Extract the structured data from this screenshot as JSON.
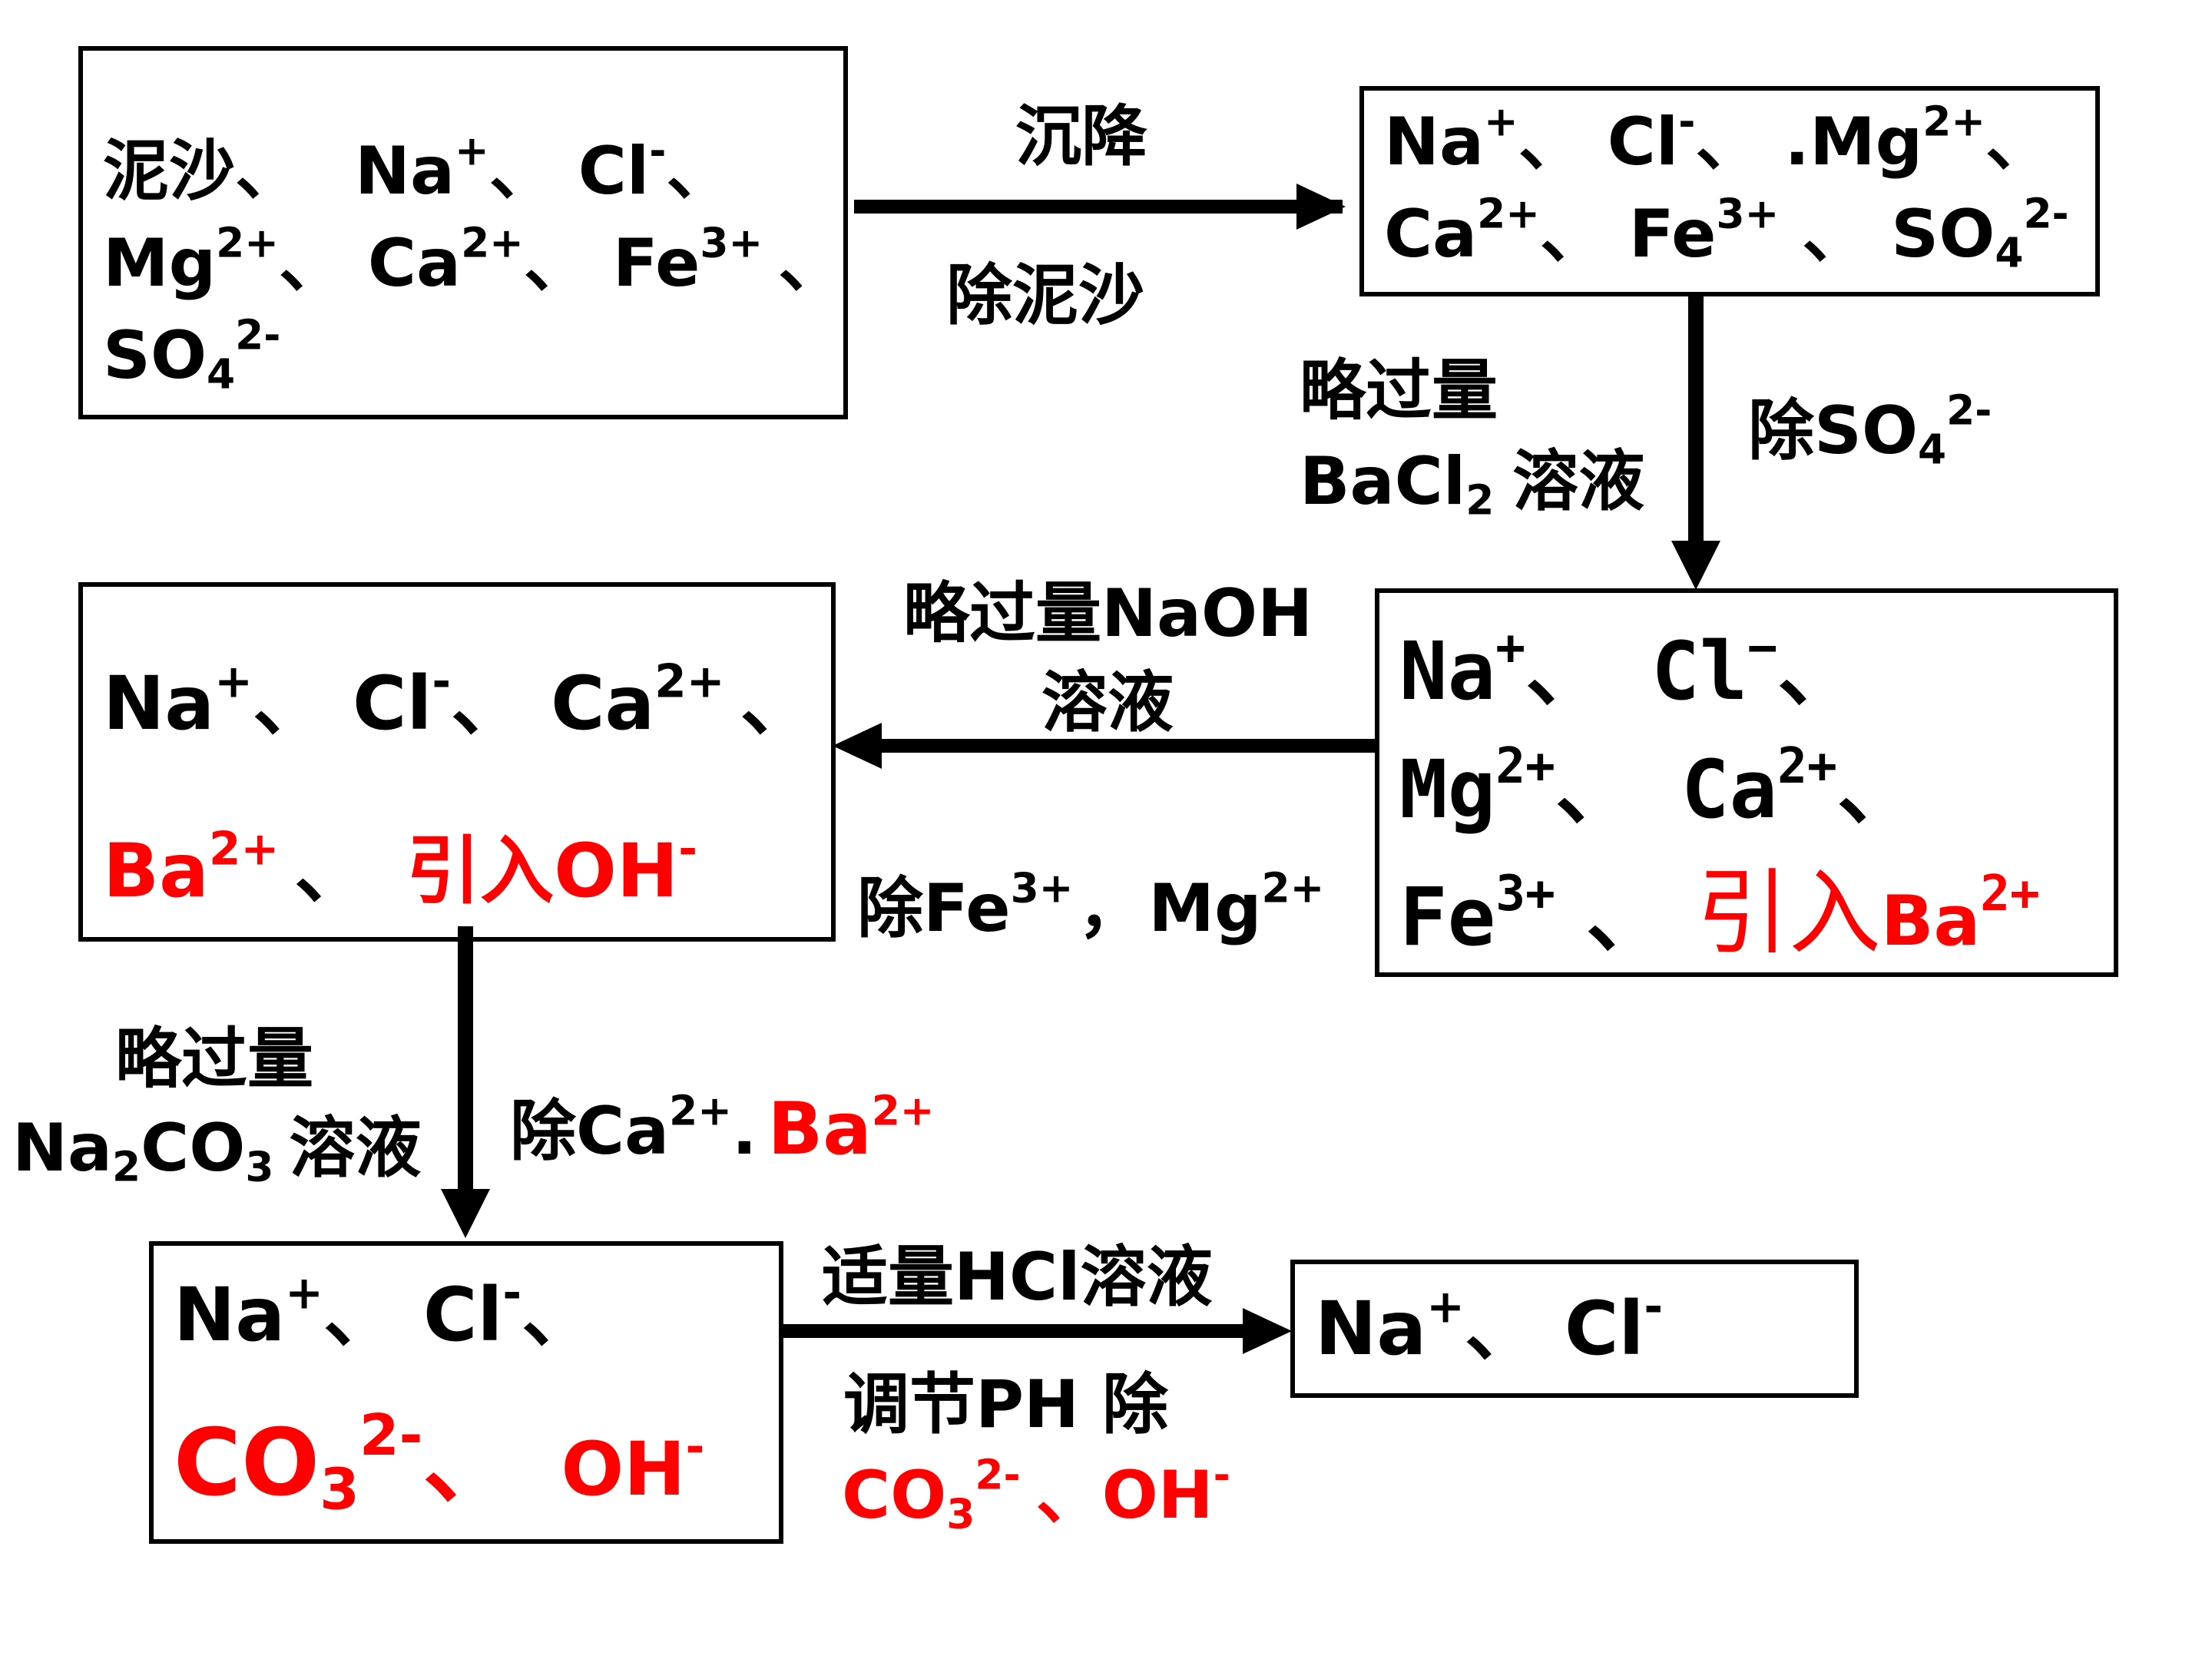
{
  "box1": {
    "l1": {
      "a": "泥沙",
      "b": "、",
      "c": "Na",
      "c_sup": "+",
      "d": "、",
      "e": "Cl",
      "e_sup": "-",
      "f": "、"
    },
    "l2": {
      "a": "Mg",
      "a_sup": "2+",
      "b": "、",
      "c": "Ca",
      "c_sup": "2+",
      "d": "、",
      "e": "Fe",
      "e_sup": "3+",
      "f": "、"
    },
    "l3": {
      "a": "SO",
      "a_sub": "4",
      "a_sup": "2-"
    }
  },
  "step1": {
    "top": "沉降",
    "bottom": "除泥沙"
  },
  "box2": {
    "l1": {
      "a": "Na",
      "a_sup": "+",
      "b": "、",
      "c": "Cl",
      "c_sup": "-",
      "d": "、",
      "e": ".Mg",
      "e_sup": "2+",
      "f": "、"
    },
    "l2": {
      "a": "Ca",
      "a_sup": "2+",
      "b": "、",
      "c": "Fe",
      "c_sup": "3+",
      "d": "、",
      "e": "SO",
      "e_sub": "4",
      "e_sup": "2-"
    }
  },
  "step2": {
    "left1": "略过量",
    "left2a": "BaCl",
    "left2_sub": "2",
    "left2b": "溶液",
    "right": "除SO",
    "right_sub": "4",
    "right_sup": "2-"
  },
  "box3": {
    "l1": {
      "a": "Na",
      "a_sup": "+",
      "b": "、",
      "c": "Cl",
      "c_sup": "−",
      "d": "、"
    },
    "l2": {
      "a": "Mg",
      "a_sup": "2+",
      "b": "、",
      "c": "Ca",
      "c_sup": "2+",
      "d": "、"
    },
    "l3": {
      "a": "Fe",
      "a_sup": "3+",
      "b": "、",
      "c": "引入",
      "d": "Ba",
      "d_sup": "2+"
    }
  },
  "step3": {
    "top1": "略过量NaOH",
    "top2": "溶液",
    "bottom_a": "除Fe",
    "bottom_a_sup": "3+",
    "bottom_b": "，",
    "bottom_c": "Mg",
    "bottom_c_sup": "2+"
  },
  "box4": {
    "l1": {
      "a": "Na",
      "a_sup": "+",
      "b": "、",
      "c": "Cl",
      "c_sup": "-",
      "d": "、",
      "e": "Ca",
      "e_sup": "2+",
      "f": "、"
    },
    "l2": {
      "a": "Ba",
      "a_sup": "2+",
      "b": "、",
      "c": "引入OH",
      "c_sup": "-"
    }
  },
  "step4": {
    "left1": "略过量",
    "left2a": "Na",
    "left2_sub1": "2",
    "left2b": "CO",
    "left2_sub2": "3",
    "left2c": "溶液",
    "right_a": "除Ca",
    "right_a_sup": "2+",
    "right_b": ".",
    "right_c": "Ba",
    "right_c_sup": "2+"
  },
  "box5": {
    "l1": {
      "a": "Na",
      "a_sup": "+",
      "b": "、",
      "c": "Cl",
      "c_sup": "-",
      "d": "、"
    },
    "l2": {
      "a": "CO",
      "a_sub": "3",
      "a_sup": "2-",
      "b": "、",
      "c": "OH",
      "c_sup": "-"
    }
  },
  "step5": {
    "top": "适量HCl溶液",
    "bottom1": "调节PH 除",
    "bottom2_a": "CO",
    "bottom2_sub": "3",
    "bottom2_sup": "2-",
    "bottom2_b": "、OH",
    "bottom2_sup2": "-"
  },
  "box6": {
    "a": "Na",
    "a_sup": "+",
    "b": "、",
    "c": "Cl",
    "c_sup": "-"
  },
  "colors": {
    "highlight": "#ff0000",
    "ink": "#000000"
  }
}
